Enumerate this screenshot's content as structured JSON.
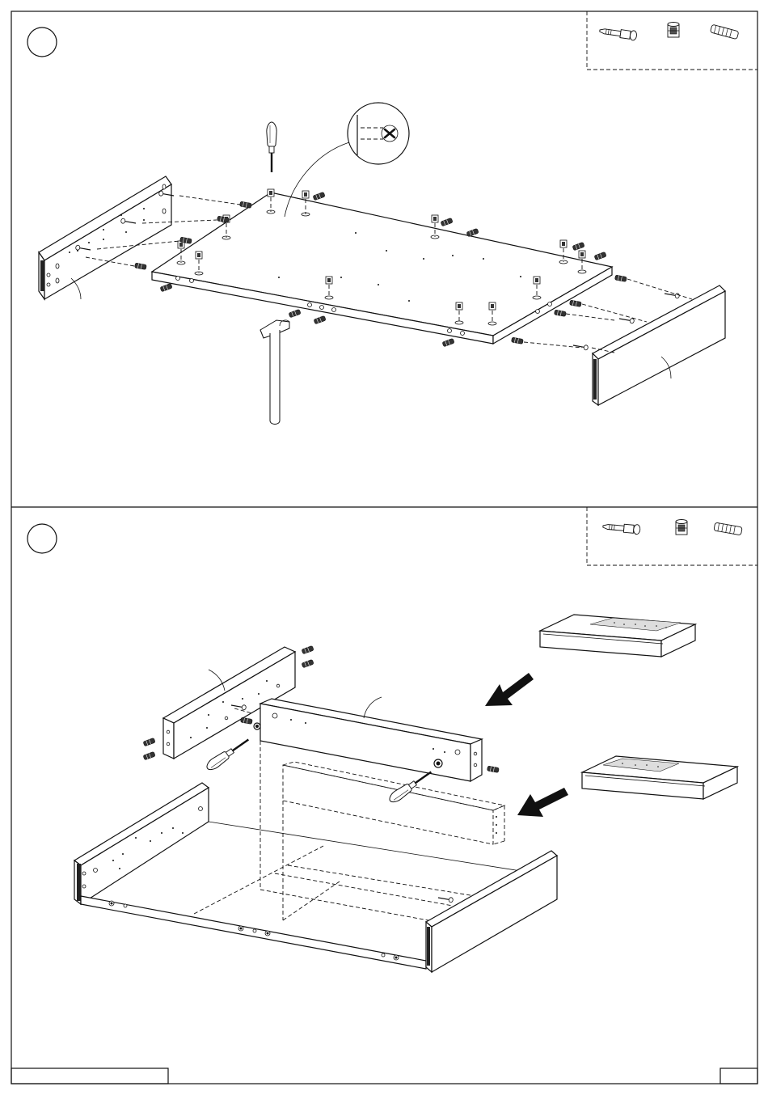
{
  "document": {
    "type": "assembly-instructions-page",
    "background_color": "#ffffff",
    "line_color": "#111111"
  },
  "steps": [
    {
      "number_circle": "",
      "parts_box": {
        "items": [
          {
            "icon": "cam-bolt-icon"
          },
          {
            "icon": "cam-lock-icon"
          },
          {
            "icon": "wood-dowel-icon"
          }
        ]
      },
      "illustration": "bottom-panel-with-side-panels",
      "tools": [
        "screwdriver-icon",
        "hammer-icon"
      ],
      "detail_callout": "cam-lock-orientation-detail"
    },
    {
      "number_circle": "",
      "parts_box": {
        "items": [
          {
            "icon": "cam-bolt-icon"
          },
          {
            "icon": "cam-lock-icon"
          },
          {
            "icon": "wood-dowel-icon"
          }
        ]
      },
      "illustration": "drawer-box-assembly",
      "tools": [
        "screwdriver-icon",
        "screwdriver-icon"
      ],
      "reference_parts": [
        "front-panel-reference",
        "back-panel-reference"
      ]
    }
  ],
  "footer": {
    "left_box": "",
    "page_number": ""
  }
}
